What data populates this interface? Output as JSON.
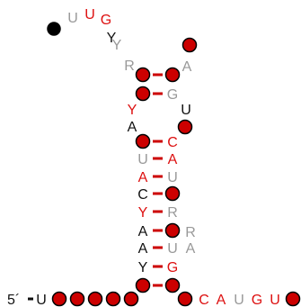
{
  "prime_label": "5´",
  "colors": {
    "red": "#dd1111",
    "gray": "#999999",
    "black": "#111111",
    "node_red": "#cc0000",
    "node_black": "#000000",
    "bond": "#cc0000"
  },
  "nucleotides": [
    {
      "id": "loop_dot",
      "kind": "dot"
    },
    {
      "id": "loop_u1",
      "kind": "letter",
      "letter": "U",
      "color": "gray"
    },
    {
      "id": "loop_u2",
      "kind": "letter",
      "letter": "U",
      "color": "red"
    },
    {
      "id": "loop_g",
      "kind": "letter",
      "letter": "G",
      "color": "red"
    },
    {
      "id": "loop_y_right",
      "kind": "letter",
      "letter": "Y",
      "color": "black"
    },
    {
      "id": "loop_node_right",
      "kind": "circle"
    },
    {
      "id": "loop_y_left",
      "kind": "letter",
      "letter": "Y",
      "color": "gray"
    },
    {
      "id": "loop_a_right",
      "kind": "letter",
      "letter": "A",
      "color": "gray"
    },
    {
      "id": "loop_r_left",
      "kind": "letter",
      "letter": "R",
      "color": "gray"
    },
    {
      "id": "s1_l",
      "kind": "circle"
    },
    {
      "id": "s1_r",
      "kind": "circle"
    },
    {
      "id": "s2_l",
      "kind": "circle"
    },
    {
      "id": "s2_r",
      "kind": "letter",
      "letter": "G",
      "color": "gray"
    },
    {
      "id": "bulge_y",
      "kind": "letter",
      "letter": "Y",
      "color": "red"
    },
    {
      "id": "bulge_u",
      "kind": "letter",
      "letter": "U",
      "color": "black"
    },
    {
      "id": "bulge_a",
      "kind": "letter",
      "letter": "A",
      "color": "black"
    },
    {
      "id": "bulge_node",
      "kind": "circle"
    },
    {
      "id": "s3_l",
      "kind": "circle"
    },
    {
      "id": "s3_r",
      "kind": "letter",
      "letter": "C",
      "color": "red"
    },
    {
      "id": "s4_l",
      "kind": "letter",
      "letter": "U",
      "color": "gray"
    },
    {
      "id": "s4_r",
      "kind": "letter",
      "letter": "A",
      "color": "red"
    },
    {
      "id": "s5_l",
      "kind": "letter",
      "letter": "A",
      "color": "red"
    },
    {
      "id": "s5_r",
      "kind": "letter",
      "letter": "U",
      "color": "gray"
    },
    {
      "id": "s6_l",
      "kind": "letter",
      "letter": "C",
      "color": "black"
    },
    {
      "id": "s6_r",
      "kind": "circle"
    },
    {
      "id": "s7_l",
      "kind": "letter",
      "letter": "Y",
      "color": "red"
    },
    {
      "id": "s7_r",
      "kind": "letter",
      "letter": "R",
      "color": "gray"
    },
    {
      "id": "s8_l",
      "kind": "letter",
      "letter": "A",
      "color": "black"
    },
    {
      "id": "s8_r",
      "kind": "circle"
    },
    {
      "id": "s8_extra",
      "kind": "letter",
      "letter": "R",
      "color": "gray"
    },
    {
      "id": "s9_l",
      "kind": "letter",
      "letter": "A",
      "color": "black"
    },
    {
      "id": "s9_r",
      "kind": "letter",
      "letter": "U",
      "color": "gray"
    },
    {
      "id": "s9_extra",
      "kind": "letter",
      "letter": "A",
      "color": "gray"
    },
    {
      "id": "s10_l",
      "kind": "letter",
      "letter": "Y",
      "color": "black"
    },
    {
      "id": "s10_r",
      "kind": "letter",
      "letter": "G",
      "color": "red"
    },
    {
      "id": "s11_l",
      "kind": "circle"
    },
    {
      "id": "s11_r",
      "kind": "circle"
    },
    {
      "id": "f5_1",
      "kind": "letter",
      "letter": "U",
      "color": "black"
    },
    {
      "id": "f5_2",
      "kind": "circle"
    },
    {
      "id": "f5_3",
      "kind": "circle"
    },
    {
      "id": "f5_4",
      "kind": "circle"
    },
    {
      "id": "f5_5",
      "kind": "circle"
    },
    {
      "id": "f5_6",
      "kind": "circle"
    },
    {
      "id": "f3_1",
      "kind": "circle"
    },
    {
      "id": "f3_2",
      "kind": "letter",
      "letter": "C",
      "color": "red"
    },
    {
      "id": "f3_3",
      "kind": "letter",
      "letter": "A",
      "color": "red"
    },
    {
      "id": "f3_4",
      "kind": "letter",
      "letter": "U",
      "color": "gray"
    },
    {
      "id": "f3_5",
      "kind": "letter",
      "letter": "G",
      "color": "red"
    },
    {
      "id": "f3_6",
      "kind": "letter",
      "letter": "U",
      "color": "red"
    },
    {
      "id": "f3_7",
      "kind": "circle"
    }
  ],
  "pairs": [
    [
      "s1_l",
      "s1_r"
    ],
    [
      "s2_l",
      "s2_r"
    ],
    [
      "s3_l",
      "s3_r"
    ],
    [
      "s4_l",
      "s4_r"
    ],
    [
      "s5_l",
      "s5_r"
    ],
    [
      "s6_l",
      "s6_r"
    ],
    [
      "s7_l",
      "s7_r"
    ],
    [
      "s8_l",
      "s8_r"
    ],
    [
      "s9_l",
      "s9_r"
    ],
    [
      "s10_l",
      "s10_r"
    ],
    [
      "s11_l",
      "s11_r"
    ],
    [
      "prime",
      "f5_1"
    ]
  ]
}
